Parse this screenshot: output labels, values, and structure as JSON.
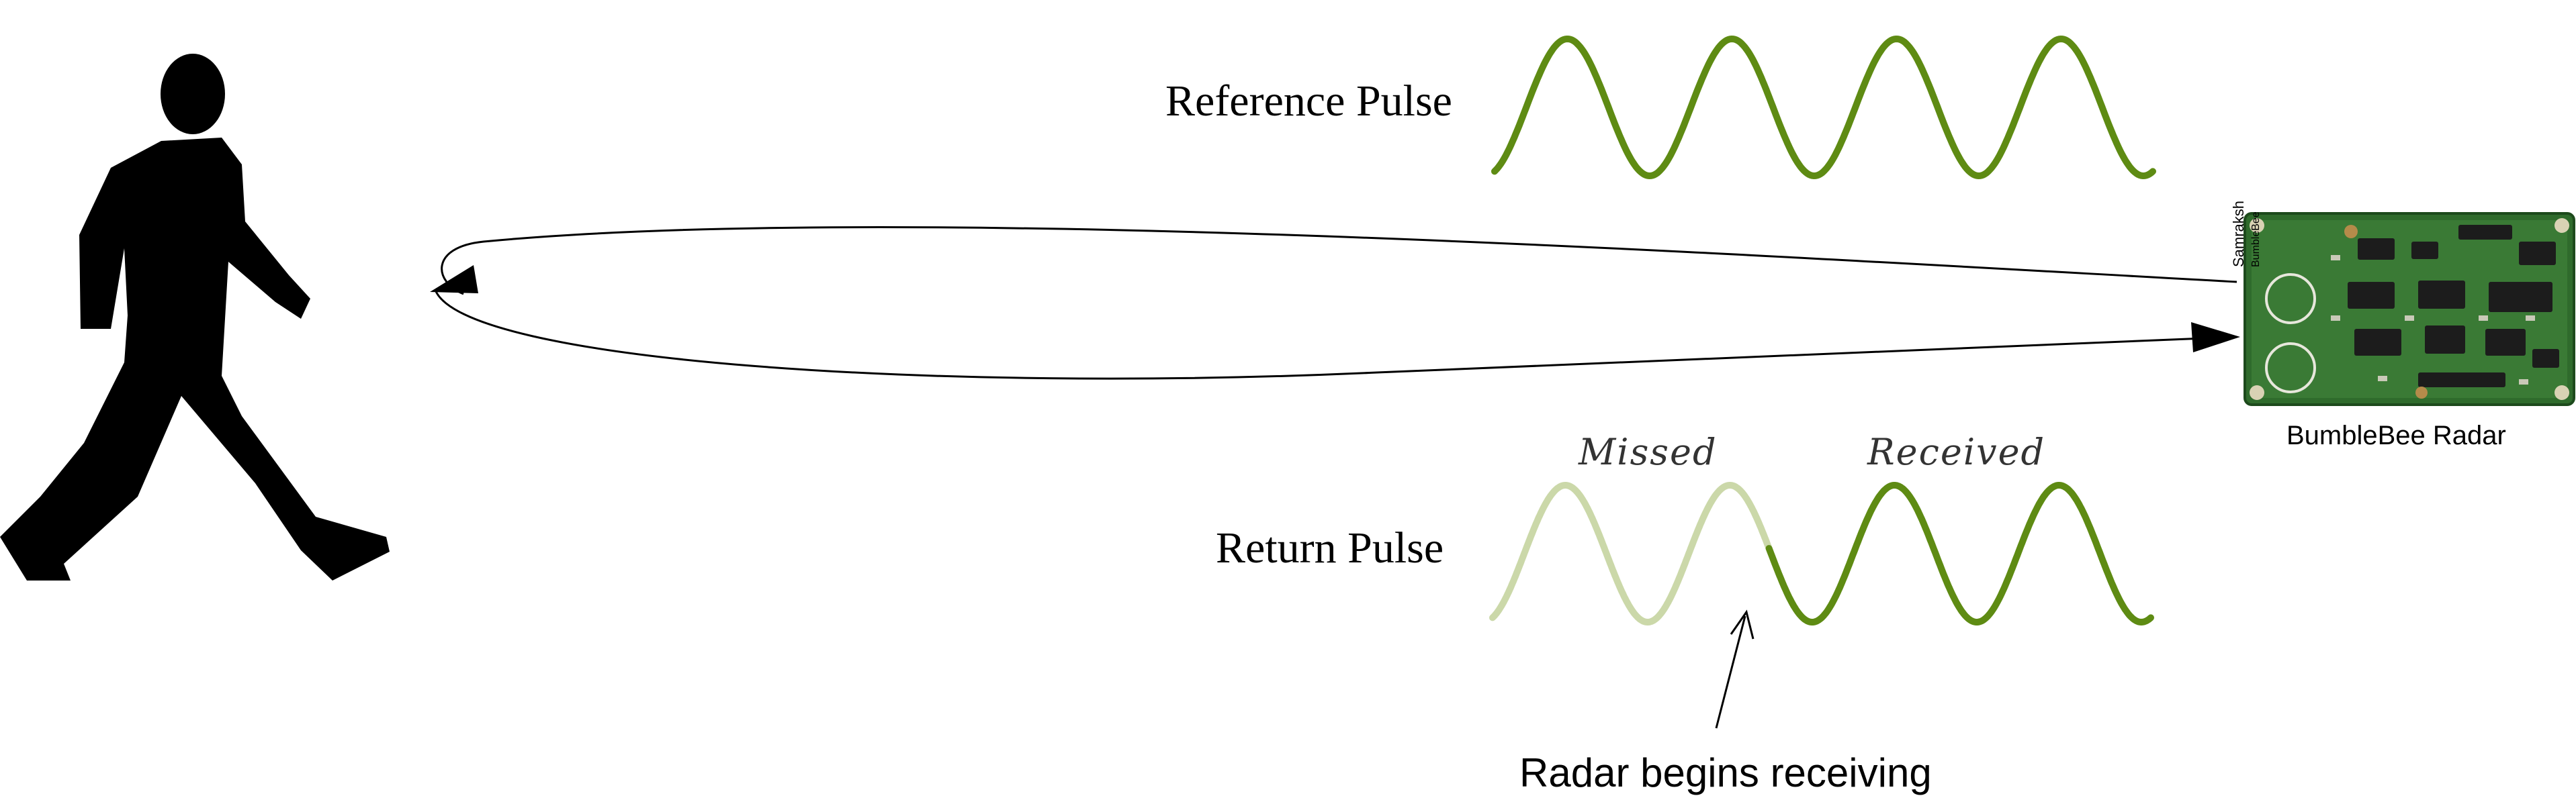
{
  "labels": {
    "reference_pulse": "Reference Pulse",
    "return_pulse": "Return Pulse",
    "missed": "Missed",
    "received": "Received",
    "radar_name": "BumbleBee Radar",
    "radar_begins": "Radar begins receiving",
    "board_brand": "Samraksh",
    "board_model": "BumbleBee"
  },
  "colors": {
    "wave": "#5e8b13",
    "wave_faded": "#cbd8a9",
    "silhouette": "#000000",
    "board": "#2f6b2c"
  },
  "waves": {
    "reference_cycles": 4,
    "return_cycles": 4,
    "return_missed_fraction": 0.42
  },
  "icons": {
    "person": "walking-person-icon",
    "radar_board": "radar-circuit-board-icon"
  }
}
